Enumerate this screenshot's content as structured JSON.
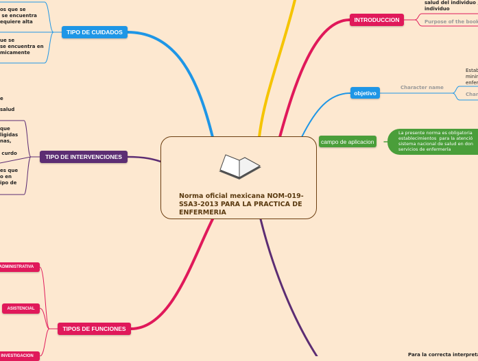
{
  "central": {
    "title": "Norma oficial mexicana NOM-019-SSA3-2013 PARA LA PRACTICA DE ENFERMERIA",
    "icon": "open-book-icon"
  },
  "branches": {
    "cuidados": {
      "label": "TIPO DE CUIDADOS",
      "color": "#1e96e6",
      "items": [
        "os que se\n se encuentra\nequiere alta",
        "ue se\nse encuentra en\nmicamente"
      ]
    },
    "intervenciones": {
      "label": "TIPO DE INTERVENCIONES",
      "color": "#5c2d73",
      "items": [
        "que\nligidas\nnas,\n\n curdo",
        "es que\no en\nipo de"
      ],
      "above": [
        "e",
        "salud"
      ]
    },
    "introduccion": {
      "label": "INTRODUCCION",
      "color": "#e0195a",
      "text": "salud del individuo ,\nindividuo",
      "placeholder": "Purpose of the book"
    },
    "objetivo": {
      "label": "objetivo",
      "color": "#1e96e6",
      "character_name": "Character name",
      "text": "Estab\nminin\nenfer",
      "placeholder": "Chara"
    },
    "campo": {
      "label": "campo de aplicacion",
      "color": "#4a9e3a",
      "text": "La presente norma es obligatoria\nestablecimientos  para la atenció\nsistema nacional de salud en don\nservicios de enfermería"
    },
    "funciones": {
      "label": "TIPOS DE FUNCIONES",
      "color": "#e0195a",
      "items": [
        "ADMINISTRATIVA",
        "ASISTENCIAL",
        "INVESTIGACION"
      ]
    },
    "bottom": {
      "text": "Para la correcta interpreta"
    }
  }
}
